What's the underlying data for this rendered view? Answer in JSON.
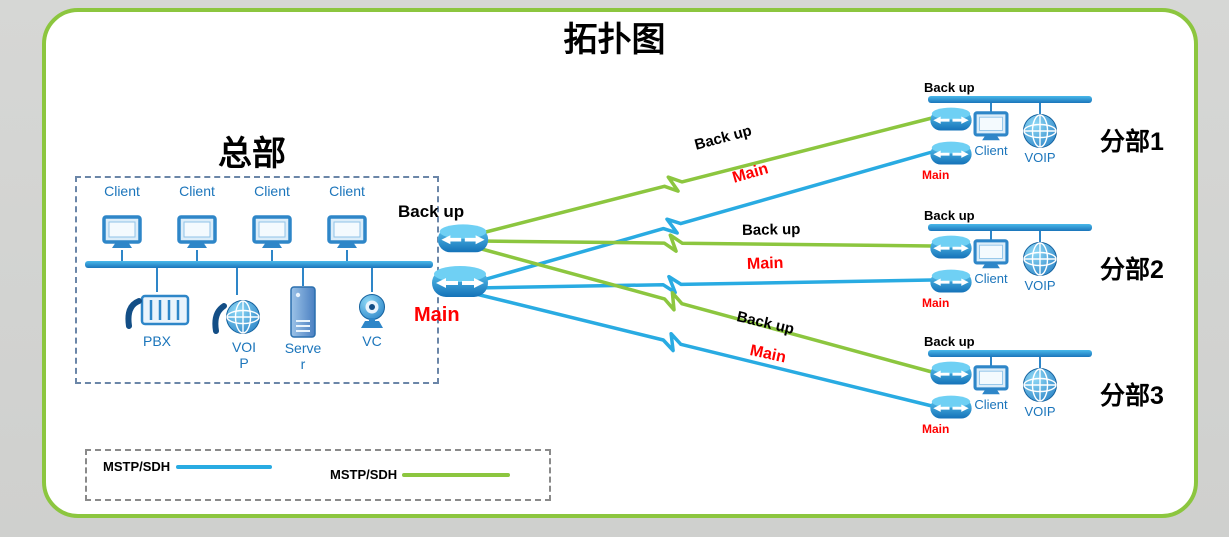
{
  "title": "拓扑图",
  "colors": {
    "panel_border": "#8CC63F",
    "link_green": "#8CC63F",
    "link_blue": "#29ABE2",
    "text_blue": "#1B75BB",
    "text_red": "#FF0000"
  },
  "hq": {
    "name": "总部",
    "backup_router_label": "Back up",
    "main_router_label": "Main",
    "clients": [
      {
        "label": "Client"
      },
      {
        "label": "Client"
      },
      {
        "label": "Client"
      },
      {
        "label": "Client"
      }
    ],
    "devices": {
      "pbx_label": "PBX",
      "voip_label": "VOIP",
      "server_label": "Server",
      "vc_label": "VC"
    }
  },
  "links": [
    {
      "type": "backup",
      "label": "Back up"
    },
    {
      "type": "main",
      "label": "Main"
    },
    {
      "type": "backup",
      "label": "Back up"
    },
    {
      "type": "main",
      "label": "Main"
    },
    {
      "type": "backup",
      "label": "Back up"
    },
    {
      "type": "main",
      "label": "Main"
    }
  ],
  "branches": [
    {
      "name": "分部1",
      "backup_label": "Back up",
      "main_label": "Main",
      "client_label": "Client",
      "voip_label": "VOIP"
    },
    {
      "name": "分部2",
      "backup_label": "Back up",
      "main_label": "Main",
      "client_label": "Client",
      "voip_label": "VOIP"
    },
    {
      "name": "分部3",
      "backup_label": "Back up",
      "main_label": "Main",
      "client_label": "Client",
      "voip_label": "VOIP"
    }
  ],
  "legend": {
    "items": [
      {
        "label": "MSTP/SDH",
        "color": "#29ABE2"
      },
      {
        "label": "MSTP/SDH",
        "color": "#8CC63F"
      }
    ]
  }
}
